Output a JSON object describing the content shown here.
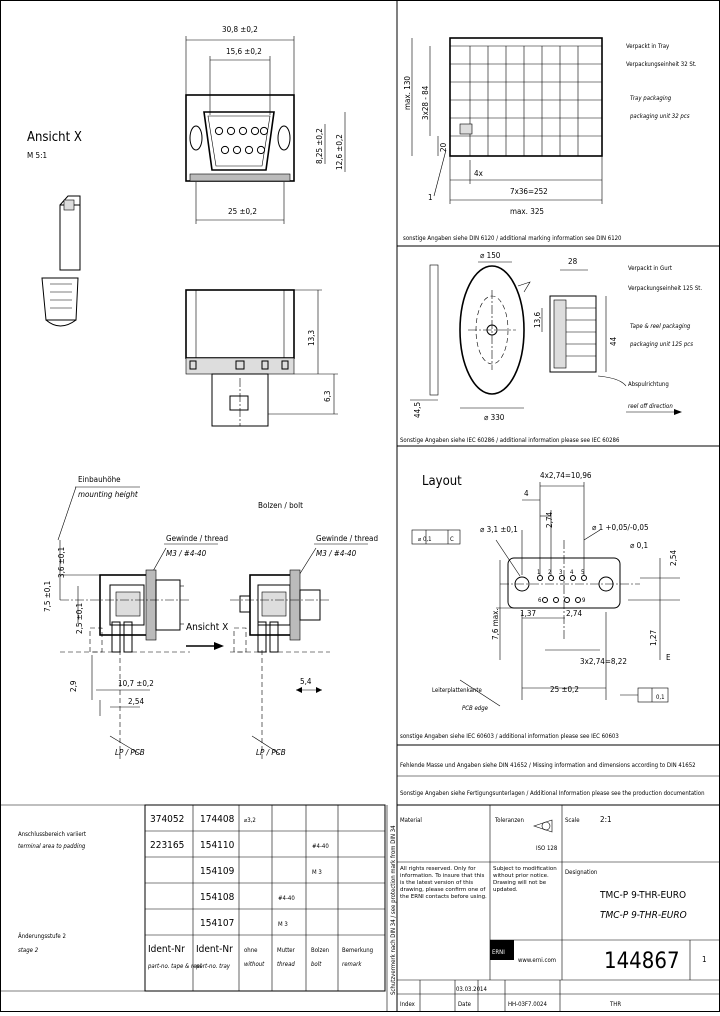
{
  "view_x": {
    "title": "Ansicht X",
    "scale": "M 5:1"
  },
  "dims_top": {
    "width_total": "30,8 ±0,2",
    "width_inner": "15,6 ±0,2",
    "bottom": "25 ±0,2",
    "h1": "8,25 ±0,2",
    "h2": "12,6 ±0,2"
  },
  "dims_side": {
    "height": "13,3",
    "foot": "6,3"
  },
  "tray": {
    "title_de": "Verpackt in Tray",
    "unit_de": "Verpackungseinheit 32 St.",
    "title_en": "Tray packaging",
    "unit_en": "packaging unit 32 pcs",
    "h_max": "max. 130",
    "rows": "3x28 - 84",
    "gap": "20",
    "pitch": "4x",
    "cols": "7x36=252",
    "w_max": "max. 325",
    "callout": "1",
    "caption": "sonstige Angaben siehe DIN 6120 / additional marking information see DIN 6120"
  },
  "reel": {
    "title_de": "Verpackt in Gurt",
    "unit_de": "Verpackungseinheit 125 St.",
    "title_en": "Tape & reel packaging",
    "unit_en": "packaging unit 125 pcs",
    "hub": "⌀ 150",
    "width": "28",
    "h1": "13,6",
    "h2": "44",
    "dia": "⌀ 330",
    "w2": "44,5",
    "pull_de": "Abspulrichtung",
    "pull_en": "reel off direction",
    "caption": "Sonstige Angaben siehe IEC 60286 / additional information please see IEC 60286"
  },
  "layout": {
    "title": "Layout",
    "pitch_top": "4x2,74=10,96",
    "d1": "4",
    "d2": "2,74",
    "hole": "⌀ 3,1 ±0,1",
    "tol1": "⌀ 0,1",
    "tol_datum": "C",
    "pin_hole": "⌀ 1 +0,05/-0,05",
    "tol2": "⌀ 0,1",
    "v1": "2,54",
    "h_max": "7,6 max.",
    "d3": "1,37",
    "d4": "2,74",
    "v2": "1,27",
    "datum_e": "E",
    "pitch_bottom": "3x2,74=8,22",
    "w25": "25 ±0,2",
    "tol3": "0,1",
    "pcb_de": "Leiterplattenkante",
    "pcb_en": "PCB edge",
    "pins_top": [
      "1",
      "2",
      "3",
      "4",
      "5"
    ],
    "pins_bottom": [
      "6",
      "7",
      "8",
      "9"
    ],
    "caption": "sonstige Angaben siehe IEC 60603 / additional information please see IEC 60603"
  },
  "mount": {
    "label_de": "Einbauhöhe",
    "label_en": "mounting height",
    "thread_de": "Gewinde / thread",
    "thread_vals": "M3 / #4-40",
    "bolt": "Bolzen / bolt",
    "view_arrow": "Ansicht X",
    "d_36": "3,6 ±0,1",
    "d_25": "2,5 ±0,1",
    "d_75": "7,5 ±0,1",
    "d_29": "2,9",
    "d_107": "10,7 ±0,2",
    "d_254": "2,54",
    "d_54": "5,4",
    "lp": "LP / PCB"
  },
  "notes": {
    "note1": "Fehlende Masse und Angaben siehe DIN 41652 / Missing information and dimensions according to DIN 41652",
    "note2": "Sonstige Angaben siehe Fertigungsunterlagen / Additional Information please see the production documentation"
  },
  "variants": {
    "label1_de": "Anschlussbereich variiert",
    "label1_en": "terminal area to padding",
    "label2_de": "Änderungsstufe 2",
    "label2_en": "stage 2",
    "rows": [
      {
        "a": "374052",
        "b": "174408",
        "c": "⌀3,2",
        "d": "",
        "e": "",
        "f": ""
      },
      {
        "a": "223165",
        "b": "154110",
        "c": "",
        "d": "",
        "e": "#4-40",
        "f": ""
      },
      {
        "a": "",
        "b": "154109",
        "c": "",
        "d": "",
        "e": "M 3",
        "f": ""
      },
      {
        "a": "",
        "b": "154108",
        "c": "",
        "d": "#4-40",
        "e": "",
        "f": ""
      },
      {
        "a": "",
        "b": "154107",
        "c": "",
        "d": "M 3",
        "e": "",
        "f": ""
      }
    ],
    "headers": [
      {
        "de": "Ident-Nr",
        "en": "part-no. tape & reel"
      },
      {
        "de": "Ident-Nr",
        "en": "part-no. tray"
      },
      {
        "de": "ohne",
        "en": "without"
      },
      {
        "de": "Mutter",
        "en": "thread"
      },
      {
        "de": "Bolzen",
        "en": "bolt"
      },
      {
        "de": "Bemerkung",
        "en": "remark"
      }
    ]
  },
  "title_block": {
    "material": "Material",
    "tolerances": "Toleranzen",
    "scale": "Scale",
    "scale_val": "2:1",
    "proj": "ISO 128",
    "reserved": "All rights reserved. Only for information. To insure that this is the latest version of this drawing, please confirm one of the ERNI contacts before using.",
    "subject": "Subject to modification without prior notice. Drawing will not be updated.",
    "designation": "Designation",
    "name1": "TMC-P 9-THR-EURO",
    "name2": "TMC-P 9-THR-EURO",
    "company": "ERNI",
    "web": "www.erni.com",
    "number": "144867",
    "sheet": "1",
    "date": "03.03.2014",
    "index": "Index",
    "date_label": "Date",
    "author": "HH-03F7.0024",
    "size": "THR",
    "protection": "Schutzvermerk nach DIN 34 / see protection mark from DIN 34"
  }
}
